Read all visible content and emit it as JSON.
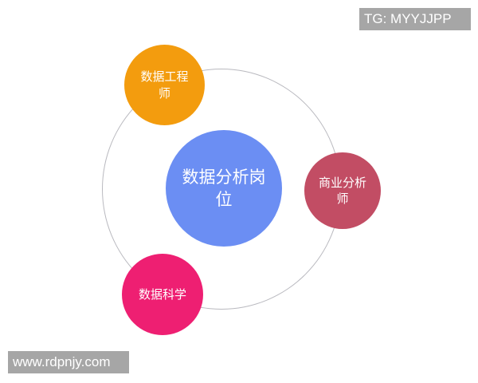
{
  "diagram": {
    "type": "hub-and-orbit",
    "center": {
      "label_line1": "数据分析岗",
      "label_line2": "位",
      "color": "#6b8ef3"
    },
    "satellites": [
      {
        "label_line1": "数据工程",
        "label_line2": "师",
        "color": "#f39c0e"
      },
      {
        "label_line1": "商业分析",
        "label_line2": "师",
        "color": "#c24d64"
      },
      {
        "label_line1": "数据科学",
        "label_line2": "",
        "color": "#ee1f72"
      }
    ],
    "ring_color": "#b9b9bf"
  },
  "watermarks": {
    "top_right": "TG: MYYJJPP",
    "bottom_left": "www.rdpnjy.com"
  }
}
